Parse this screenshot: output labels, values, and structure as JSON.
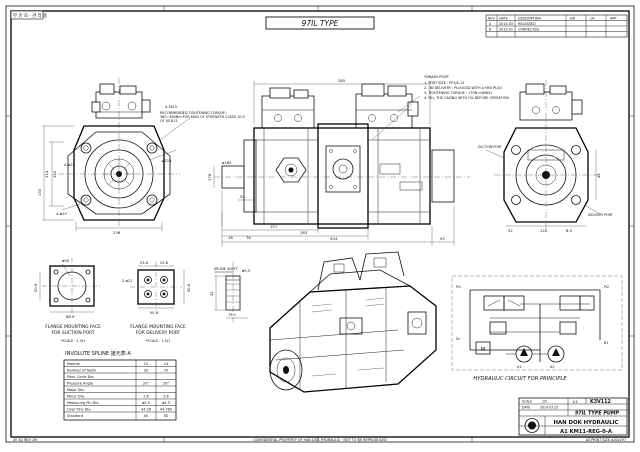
{
  "sheet": {
    "corner_stamp": "부 유 조 · 관 리 용",
    "title_box": "97IL TYPE",
    "footer_left": "AY 3G REV 1M",
    "footer_center": "CONFIDENTIAL PROPERTY OF HAN DOK HYDRAULIC · NOT TO BE REPRODUCED",
    "footer_right": "A3 PRINT SIZE 420x297"
  },
  "revision_block": {
    "headers": [
      "REV",
      "DATE",
      "DESCRIPTION",
      "DR",
      "CK",
      "APP"
    ],
    "rows": [
      [
        "A",
        "2014.03",
        "RELEASED",
        "",
        "",
        ""
      ],
      [
        "B",
        "2015.01",
        "CORRECTED",
        "",
        "",
        ""
      ]
    ]
  },
  "front_view": {
    "note_label": "4-M20",
    "note_text": "RECOMMENDED TIGHTENING TORQUE : 360~480Nm FOR MOD OF STRENGTH CLASS 10.9 OF JIS B13",
    "dims": [
      "4-ø22",
      "ø214",
      "114",
      "152",
      "4-ø22",
      "236",
      "130"
    ]
  },
  "side_view": {
    "dims": [
      "285",
      "157",
      "263",
      "504",
      "93",
      "178",
      "52",
      "18",
      "76",
      "ø160"
    ]
  },
  "ports_note": {
    "title": "*DRAIN PORT",
    "lines": [
      "1. PORT SIZE : PF3/4-14",
      "2. ON DELIVERY : PLUGGED WITH A HEX PLUG",
      "3. TIGHTENING TORQUE : 170N·m(MAX)",
      "4. FILL THE CASING WITH OIL BEFORE OPERATION"
    ]
  },
  "right_view": {
    "dims": [
      "120",
      "42",
      "8.5",
      "32"
    ],
    "labels": [
      "SUCTION PORT",
      "DELIVERY PORT"
    ]
  },
  "spline_box": {
    "label": "SPLINE SHAFT",
    "dims": [
      "ø9.5",
      "32",
      "75.1"
    ]
  },
  "suction_face": {
    "title": "FLANGE MOUNTING FACE",
    "subtitle": "FOR SUCTION PORT",
    "scale": "*SCALE : 1.5/1",
    "dims": [
      "ø50",
      "50.8",
      "88.9"
    ]
  },
  "delivery_face": {
    "title": "FLANGE MOUNTING FACE",
    "subtitle": "FOR DELIVERY PORT",
    "scale": "*SCALE : 1.5/1",
    "dims": [
      "23.8",
      "23.8",
      "2-ø12",
      "50.8",
      "50.8"
    ]
  },
  "spline_table": {
    "title": "INVOLUTE SPLINE 諸元表-A",
    "rows": [
      [
        "Module",
        "12",
        "14"
      ],
      [
        "Number of Teeth",
        "30",
        "35"
      ],
      [
        "Pitch Circle Dia.",
        "",
        ""
      ],
      [
        "Pressure Angle",
        "20°",
        "20°"
      ],
      [
        "Major Dia.",
        "",
        ""
      ],
      [
        "Minor Dia.",
        "2.8",
        "2.8"
      ],
      [
        "Measuring Pin Dia.",
        "ø4.5",
        "ø4.5"
      ],
      [
        "Over Pins Dia.",
        "44.28",
        "44.760"
      ],
      [
        "Standard",
        "JIS",
        "JIS"
      ]
    ]
  },
  "circuit": {
    "caption": "HYDRAULIC CIRCUIT FOR PRINCIPLE",
    "labels": [
      "M",
      "Pi1",
      "Pi2",
      "Dr",
      "A1",
      "A2",
      "B1"
    ]
  },
  "title_block": {
    "part_no": "K3V112",
    "title": "97IL TYPE PUMP",
    "company": "HAN DOK HYDRAULIC",
    "dwg_no": "A1  KM11-REG-0-A",
    "scale": "1/1",
    "rows": [
      [
        "SCALE",
        "1/5"
      ],
      [
        "DATE",
        "2014.03.25"
      ]
    ]
  }
}
